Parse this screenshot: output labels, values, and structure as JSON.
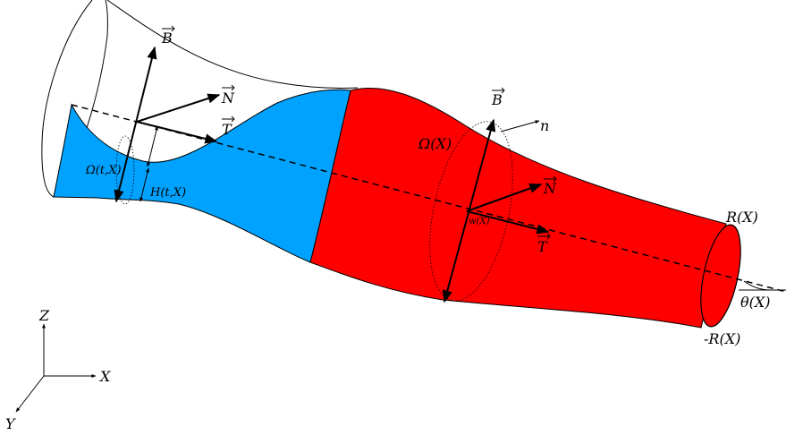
{
  "figure": {
    "colors": {
      "upstream_fluid": "#00a2ff",
      "downstream_tube": "#ff0000",
      "stroke": "#000000",
      "background": "#ffffff"
    },
    "labels": {
      "B_left": "B",
      "N_left": "N",
      "T_left": "T",
      "omega_t": "Ω(t,X)",
      "H_t": "H(t,X)",
      "B_right": "B",
      "n_right": "n",
      "omega_x": "Ω(X)",
      "N_right": "N",
      "T_right": "T",
      "w_x": "w(X)",
      "R_top": "R(X)",
      "R_bottom": "-R(X)",
      "theta": "θ(X)",
      "axis_z": "Z",
      "axis_x": "X",
      "axis_y": "Y"
    }
  }
}
